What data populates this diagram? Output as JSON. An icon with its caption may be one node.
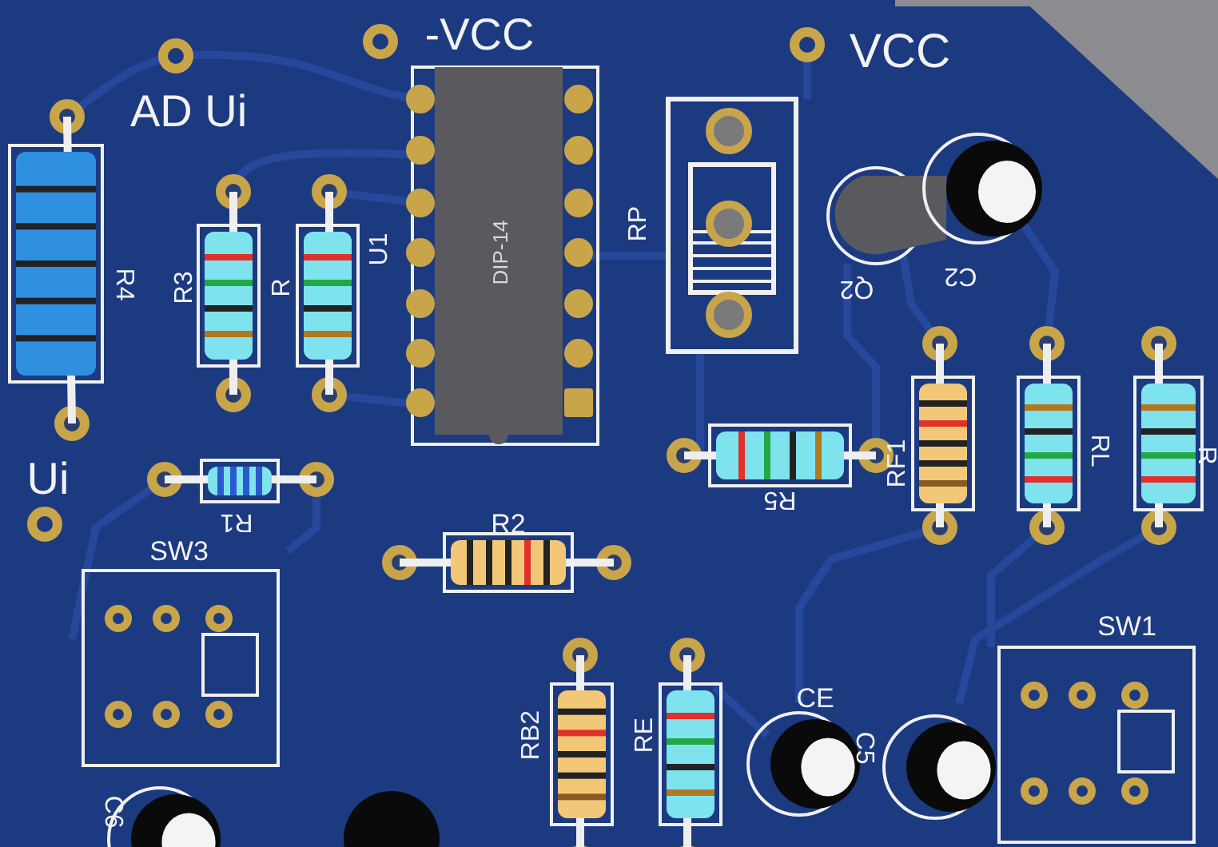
{
  "diagram": {
    "labels": [
      "-VCC",
      "VCC",
      "AD Ui",
      "R4",
      "R3",
      "R",
      "U1",
      "DIP-14",
      "RP",
      "Q2",
      "C2",
      "RF1",
      "RL",
      "R",
      "R5",
      "Ui",
      "R1",
      "SW3",
      "R2",
      "SW1",
      "CE",
      "C5",
      "RB2",
      "RE",
      "C6"
    ]
  }
}
